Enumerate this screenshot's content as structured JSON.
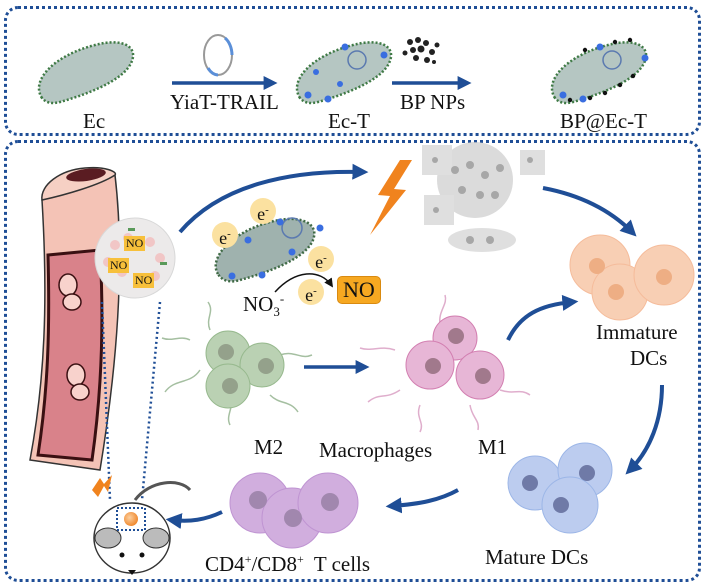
{
  "figure": {
    "top_panel": {
      "stages": [
        {
          "label": "Ec"
        },
        {
          "label": "Ec-T"
        },
        {
          "label": "BP@Ec-T"
        }
      ],
      "arrows": [
        {
          "label": "YiaT-TRAIL",
          "icon": "plasmid-icon"
        },
        {
          "label": "BP NPs",
          "icon": "nanoparticles-icon"
        }
      ]
    },
    "main_panel": {
      "tumor_no_tags": [
        "NO",
        "NO",
        "NO"
      ],
      "electron_label": "e",
      "electron_charge": "-",
      "nitrate": {
        "base": "NO",
        "sub": "3",
        "sup": "-"
      },
      "no_product": "NO",
      "labels": {
        "m2": "M2",
        "macrophages": "Macrophages",
        "m1": "M1",
        "immature_dcs_line1": "Immature",
        "immature_dcs_line2": "DCs",
        "mature_dcs": "Mature DCs",
        "t_cells_cd4": "CD4",
        "t_cells_sep": "/CD8",
        "t_cells_sup": "+",
        "t_cells_suffix": "  T cells"
      }
    },
    "colors": {
      "border": "#1f4e96",
      "arrow": "#1f4e96",
      "lightning": "#f0831e",
      "no_tag": "#f7c03b",
      "electron": "#fbe1a0",
      "bacterium": "#a8bcb8",
      "m2": "#7ea872",
      "m1": "#c8609e",
      "immature_dc": "#f4b48c",
      "mature_dc": "#7c9ee0",
      "t_cell": "#b07ac8",
      "vessel": "#f2c2b4"
    }
  }
}
